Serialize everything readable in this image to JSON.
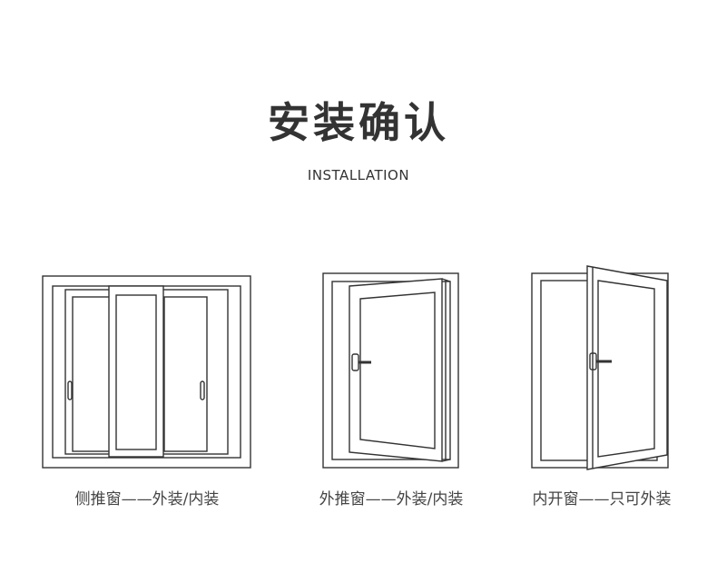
{
  "header": {
    "title": "安装确认",
    "subtitle": "INSTALLATION"
  },
  "windows": [
    {
      "icon": "sliding-window-icon",
      "caption": "侧推窗——外装/内装"
    },
    {
      "icon": "outward-casement-window-icon",
      "caption": "外推窗——外装/内装"
    },
    {
      "icon": "inward-casement-window-icon",
      "caption": "内开窗——只可外装"
    }
  ],
  "colors": {
    "line": "#333333",
    "text": "#444444",
    "background": "#ffffff"
  }
}
